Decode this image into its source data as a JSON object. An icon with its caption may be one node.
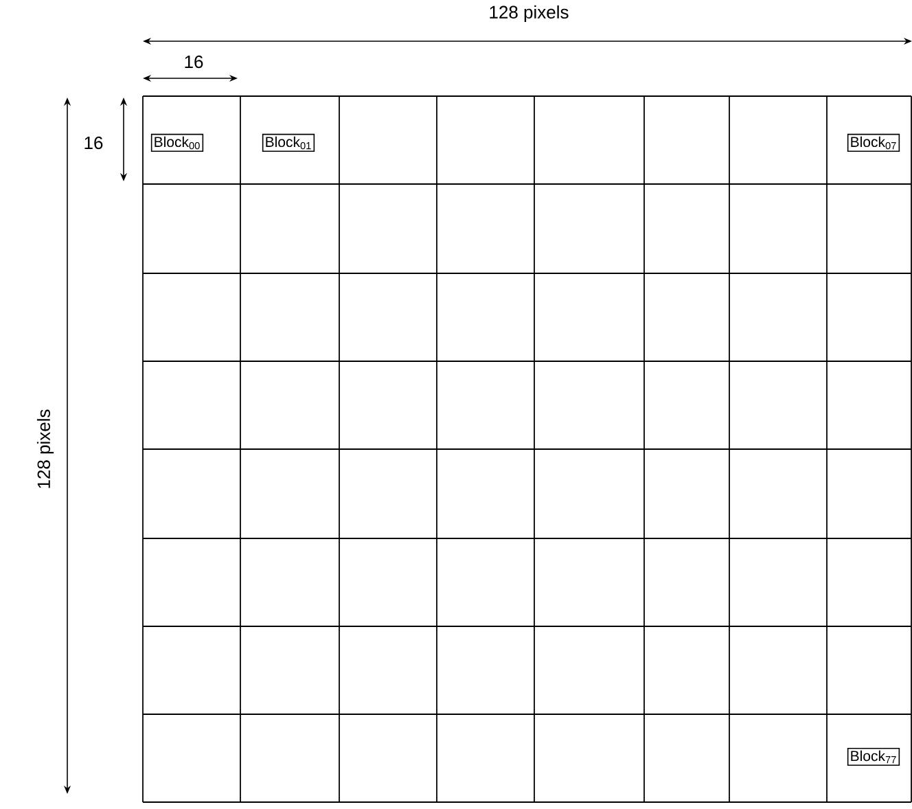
{
  "diagram": {
    "nodes": [
      {
        "text": [
          "Block$_{00}$"
        ]
      },
      {
        "text": [
          "Block$_{01}$"
        ]
      },
      {
        "text": [
          "Block$_{07}$"
        ]
      },
      {
        "text": [
          "Block$_{77}$"
        ]
      }
    ],
    "labels": [
      "128 pixels",
      "16",
      "16",
      "128 pixels"
    ]
  }
}
